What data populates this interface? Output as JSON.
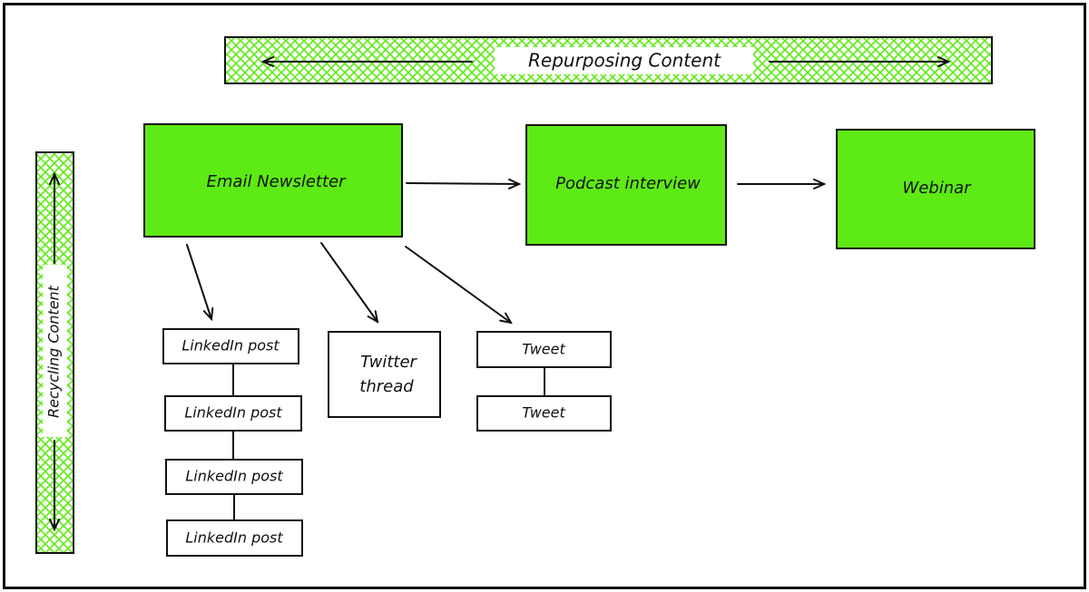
{
  "banners": {
    "repurposing": "Repurposing Content",
    "recycling": "Recycling Content"
  },
  "primary_nodes": [
    {
      "id": "email",
      "label": "Email Newsletter"
    },
    {
      "id": "podcast",
      "label": "Podcast interview"
    },
    {
      "id": "webinar",
      "label": "Webinar"
    }
  ],
  "linkedin_posts": [
    "LinkedIn post",
    "LinkedIn post",
    "LinkedIn post",
    "LinkedIn post"
  ],
  "twitter_thread": {
    "line1": "Twitter",
    "line2": "thread"
  },
  "tweets": [
    "Tweet",
    "Tweet"
  ],
  "colors": {
    "accent_green": "#5eea14",
    "hatch_green": "#5eea14",
    "stroke": "#111111",
    "background": "#ffffff"
  }
}
